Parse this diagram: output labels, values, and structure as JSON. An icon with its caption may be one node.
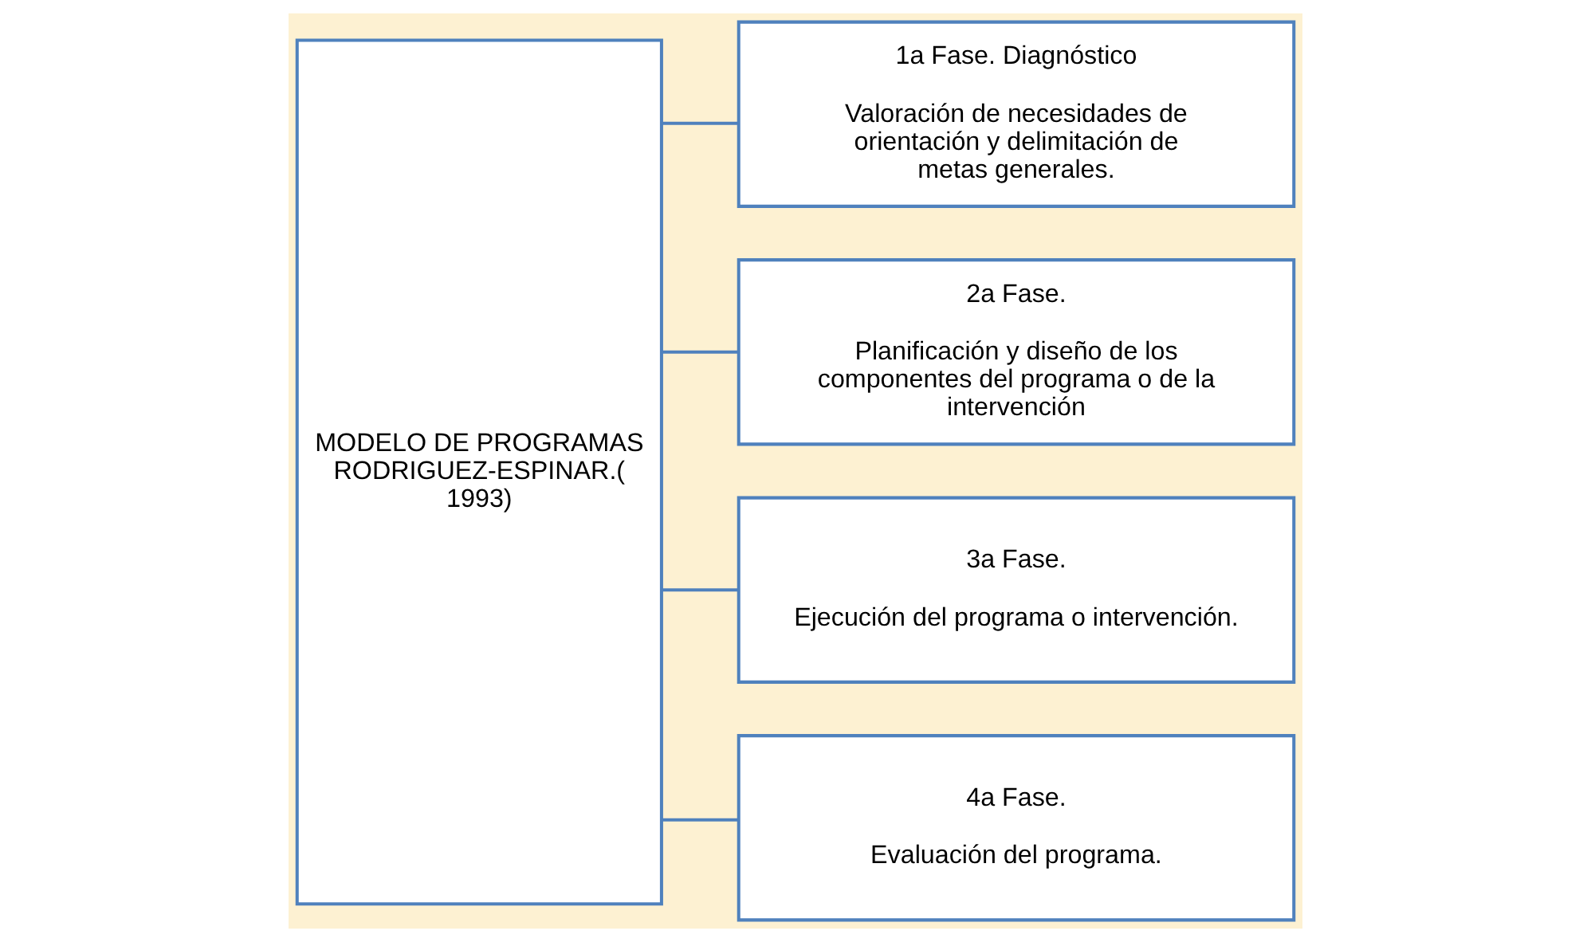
{
  "diagram": {
    "nodes": [
      {
        "text": [
          "MODELO DE PROGRAMAS RODRIGUEZ-ESPINAR.( 1993)"
        ]
      },
      {
        "text": [
          "1a Fase. Diagnóstico",
          "Valoración de necesidades de orientación y delimitación de metas generales."
        ]
      },
      {
        "text": [
          "2a Fase.",
          "Planificación y diseño de los componentes del programa o de la intervención"
        ]
      },
      {
        "text": [
          "3a Fase.",
          "Ejecución del programa o intervención."
        ]
      },
      {
        "text": [
          "4a Fase.",
          "Evaluación del programa."
        ]
      }
    ],
    "edges": [
      {
        "from": 0,
        "to": 1,
        "arrow": "none"
      },
      {
        "from": 0,
        "to": 2,
        "arrow": "none"
      },
      {
        "from": 0,
        "to": 3,
        "arrow": "none"
      },
      {
        "from": 0,
        "to": 4,
        "arrow": "none"
      }
    ]
  }
}
